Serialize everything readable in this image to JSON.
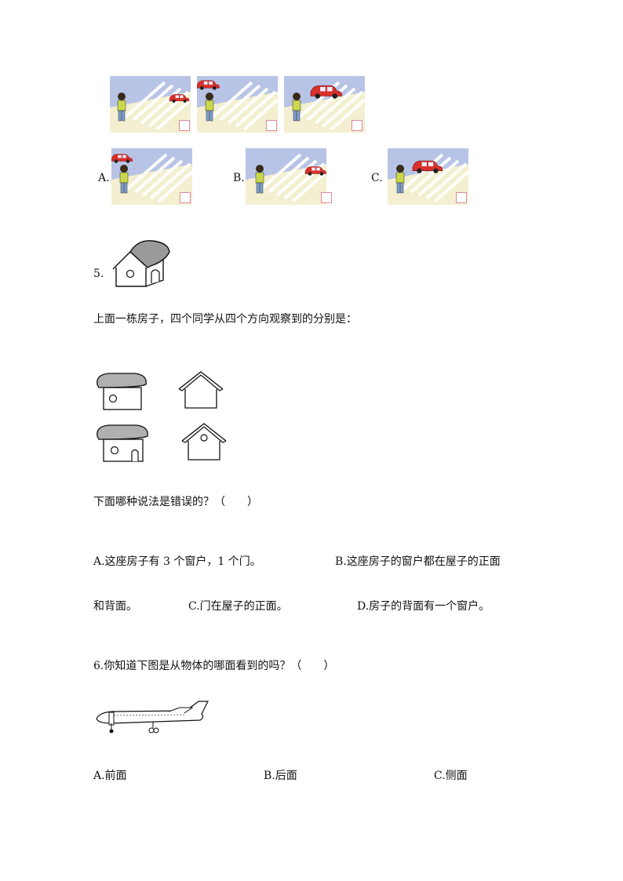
{
  "q4": {
    "option_labels": [
      "A.",
      "B.",
      "C."
    ]
  },
  "q5": {
    "number": "5.",
    "prompt": "上面一栋房子，四个同学从四个方向观察到的分别是：",
    "question": "下面哪种说法是错误的？（　　）",
    "option_a": "A.这座房子有 3 个窗户，1 个门。",
    "option_b_part1": "B.这座房子的窗户都在屋子的正面",
    "option_b_part2": "和背面。",
    "option_c": "C.门在屋子的正面。",
    "option_d": "D.房子的背面有一个窗户。"
  },
  "q6": {
    "question": "6.你知道下图是从物体的哪面看到的吗？（　　）",
    "options": [
      "A.前面",
      "B.后面",
      "C.侧面"
    ]
  },
  "colors": {
    "car": "#d9302b",
    "sky": "#b8c4e6",
    "road": "#f4efd0",
    "checkbox_border": "#e08aa0"
  }
}
